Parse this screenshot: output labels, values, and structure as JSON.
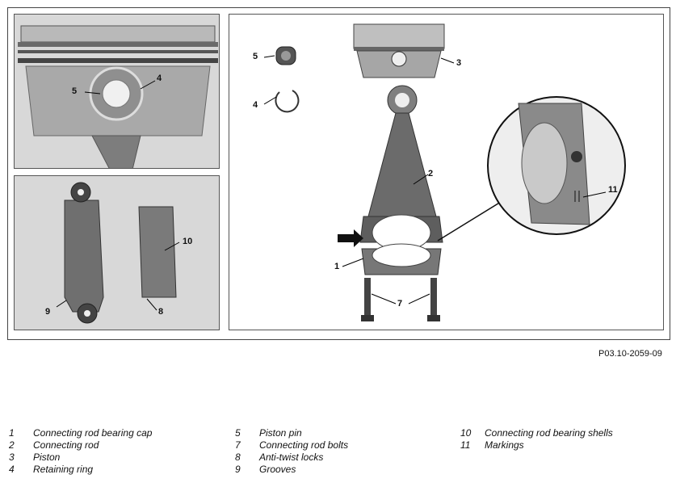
{
  "figure_ref": "P03.10-2059-09",
  "callouts": {
    "panel_piston": [
      "5",
      "4"
    ],
    "panel_shells": [
      "10",
      "9",
      "8"
    ],
    "panel_main": [
      "5",
      "4",
      "3",
      "2",
      "1",
      "7",
      "11"
    ]
  },
  "legend": {
    "col1": [
      {
        "num": "1",
        "text": "Connecting rod bearing cap"
      },
      {
        "num": "2",
        "text": "Connecting rod"
      },
      {
        "num": "3",
        "text": "Piston"
      },
      {
        "num": "4",
        "text": "Retaining ring"
      }
    ],
    "col2": [
      {
        "num": "5",
        "text": "Piston pin"
      },
      {
        "num": "7",
        "text": "Connecting rod bolts"
      },
      {
        "num": "8",
        "text": "Anti-twist locks"
      },
      {
        "num": "9",
        "text": "Grooves"
      }
    ],
    "col3": [
      {
        "num": "10",
        "text": "Connecting rod bearing shells"
      },
      {
        "num": "11",
        "text": "Markings"
      }
    ]
  }
}
